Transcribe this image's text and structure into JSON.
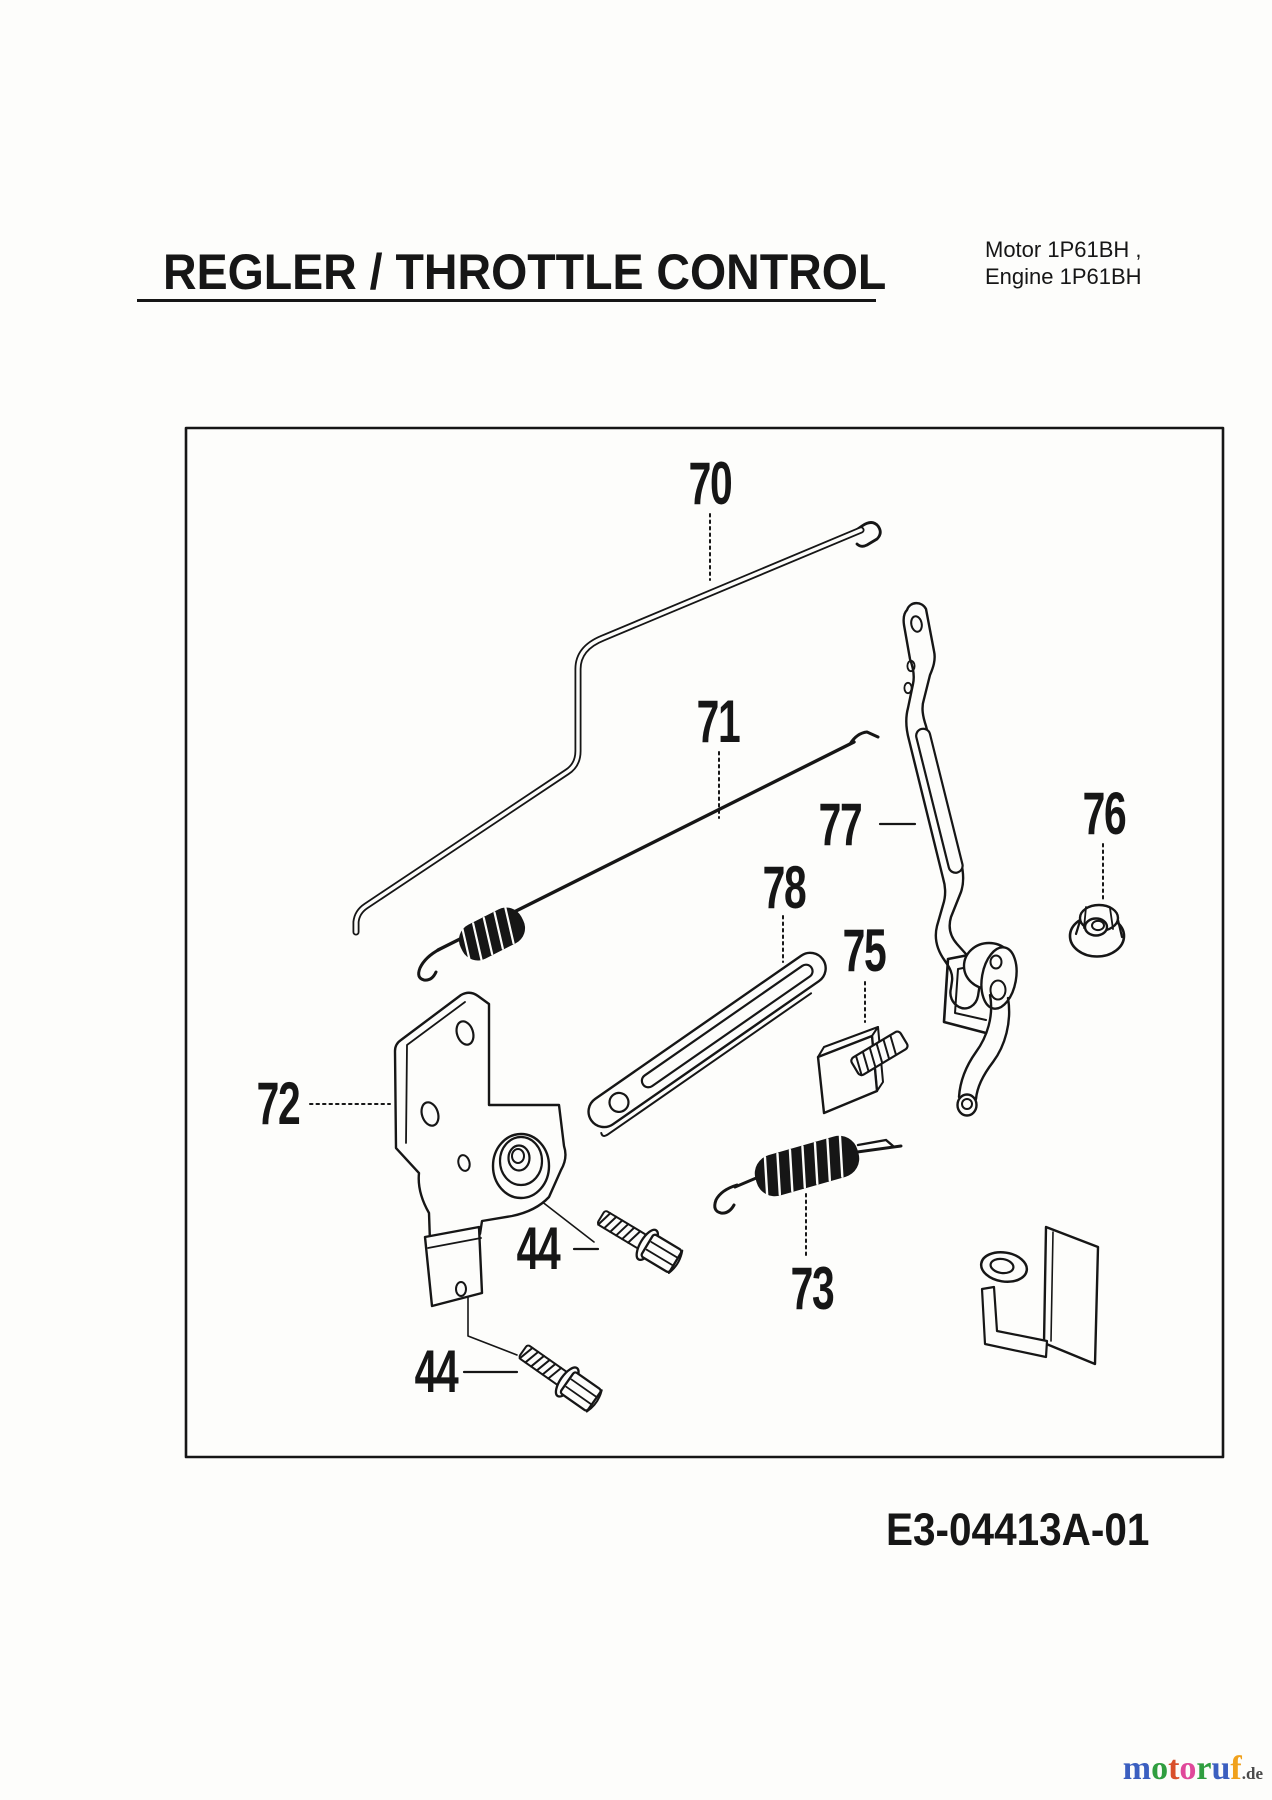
{
  "header": {
    "title": "REGLER / THROTTLE CONTROL",
    "engine_lines": [
      "Motor 1P61BH ,",
      "Engine 1P61BH"
    ]
  },
  "diagram": {
    "code": "E3-04413A-01",
    "line_color": "#161616",
    "callouts": [
      {
        "text": "70"
      },
      {
        "text": "71"
      },
      {
        "text": "77"
      },
      {
        "text": "76"
      },
      {
        "text": "78"
      },
      {
        "text": "75"
      },
      {
        "text": "72"
      },
      {
        "text": "44"
      },
      {
        "text": "73"
      },
      {
        "text": "44"
      }
    ]
  },
  "watermark": {
    "letters": [
      {
        "char": "m",
        "color": "#3b5fc0"
      },
      {
        "char": "o",
        "color": "#2f9e3f"
      },
      {
        "char": "t",
        "color": "#d94f2b"
      },
      {
        "char": "o",
        "color": "#e0489a"
      },
      {
        "char": "r",
        "color": "#2f9e3f"
      },
      {
        "char": "u",
        "color": "#3b5fc0"
      },
      {
        "char": "f",
        "color": "#f0a11c"
      }
    ],
    "suffix": ".de",
    "suffix_color": "#4a4a4a"
  }
}
